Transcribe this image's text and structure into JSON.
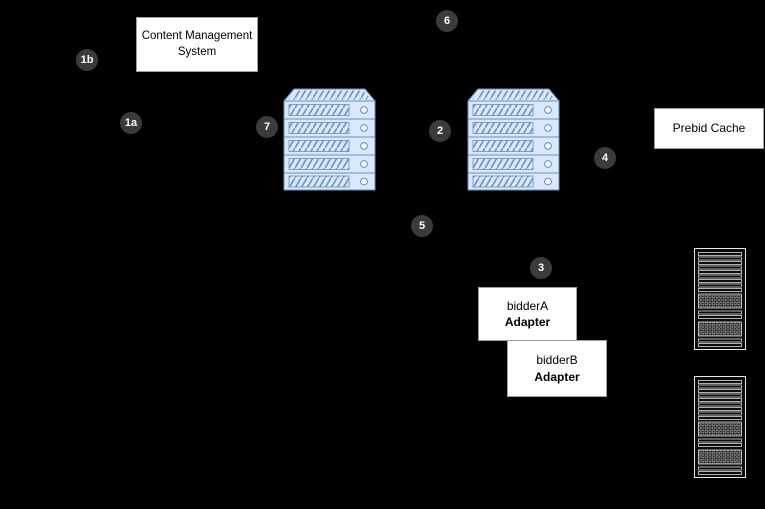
{
  "diagram": {
    "cms": {
      "line1": "Content Management",
      "line2": "System"
    },
    "prebid_cache": {
      "label": "Prebid Cache"
    },
    "adapters": [
      {
        "name": "bidderA",
        "type": "Adapter"
      },
      {
        "name": "bidderB",
        "type": "Adapter"
      }
    ],
    "badges": [
      {
        "label": "1b"
      },
      {
        "label": "1a"
      },
      {
        "label": "7"
      },
      {
        "label": "6"
      },
      {
        "label": "2"
      },
      {
        "label": "4"
      },
      {
        "label": "5"
      },
      {
        "label": "3"
      }
    ],
    "icons": [
      {
        "name": "server-stack-left"
      },
      {
        "name": "server-stack-right"
      },
      {
        "name": "server-rack-top"
      },
      {
        "name": "server-rack-bottom"
      }
    ],
    "colors": {
      "background": "#000000",
      "badge_bg": "#3b3b3b",
      "badge_text": "#ffffff",
      "box_bg": "#ffffff",
      "box_text": "#000000",
      "server_fill": "#dae8fc",
      "server_stroke": "#6c8ebf",
      "rack_fill": "#0c0c0c",
      "rack_stroke": "#e8e8e8"
    }
  }
}
